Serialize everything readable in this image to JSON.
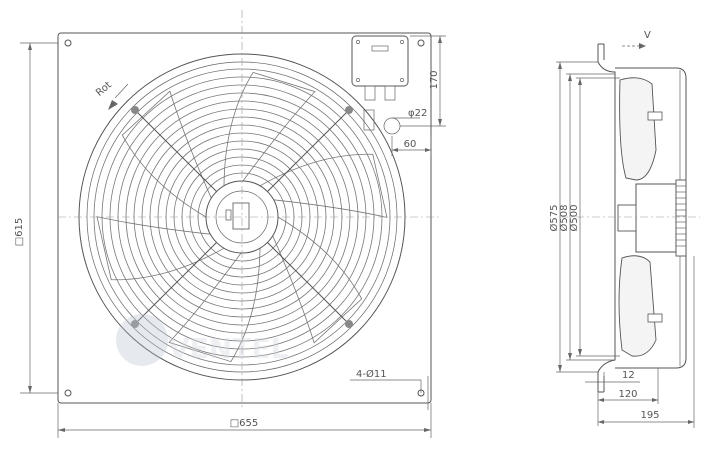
{
  "front_view": {
    "rotation_label": "Rot",
    "dim_box_height": "615",
    "dim_box_width": "655",
    "dim_terminal_height": "170",
    "dim_gland": "φ22",
    "dim_offset": "60",
    "dim_holes": "4-Ø11",
    "watermark": "VENTEL"
  },
  "side_view": {
    "airflow_label": "V",
    "dim_d575": "Ø575",
    "dim_d508": "Ø508",
    "dim_d500": "Ø500",
    "dim_12": "12",
    "dim_120": "120",
    "dim_195": "195"
  },
  "colors": {
    "line": "#555555",
    "watermark": "#1f6fc4"
  }
}
